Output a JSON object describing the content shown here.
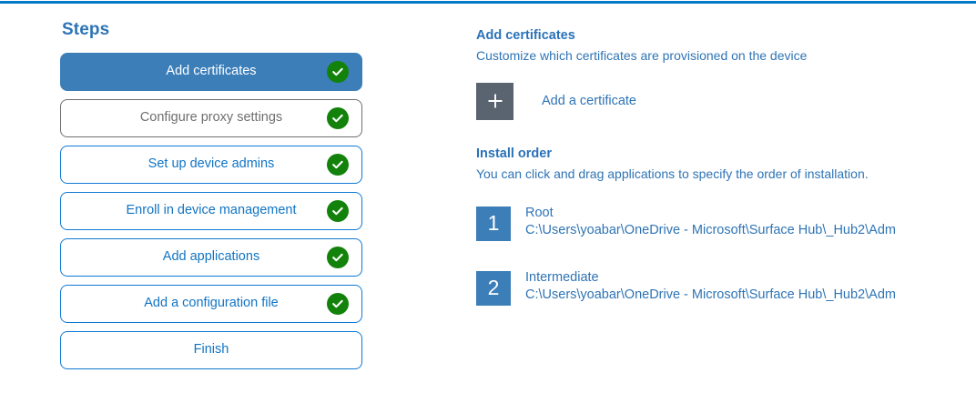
{
  "theme": {
    "accent_bar": "#0078c8",
    "link_blue": "#1074c4",
    "heading_blue": "#2e74b5",
    "selected_step_bg": "#3b7eb8",
    "check_green": "#12820b",
    "plus_tile_gray": "#5a6370",
    "order_tile_blue": "#3b7eb8",
    "muted_gray": "#6f6f6f"
  },
  "steps_panel": {
    "title": "Steps",
    "items": [
      {
        "label": "Add certificates",
        "state": "selected",
        "completed": true
      },
      {
        "label": "Configure proxy settings",
        "state": "muted",
        "completed": true
      },
      {
        "label": "Set up device admins",
        "state": "default",
        "completed": true
      },
      {
        "label": "Enroll in device management",
        "state": "default",
        "completed": true
      },
      {
        "label": "Add applications",
        "state": "default",
        "completed": true
      },
      {
        "label": "Add a configuration file",
        "state": "default",
        "completed": true
      },
      {
        "label": "Finish",
        "state": "default",
        "completed": false
      }
    ],
    "check_icon": "check-circle-icon"
  },
  "detail": {
    "heading": "Add certificates",
    "subtitle": "Customize which certificates are provisioned on the device",
    "add_certificate": {
      "icon": "plus-icon",
      "label": "Add a certificate"
    },
    "install_order": {
      "heading": "Install order",
      "subtitle": "You can click and drag applications to specify the order of installation.",
      "items": [
        {
          "number": "1",
          "name": "Root",
          "path": "C:\\Users\\yoabar\\OneDrive - Microsoft\\Surface Hub\\_Hub2\\Adm"
        },
        {
          "number": "2",
          "name": "Intermediate",
          "path": "C:\\Users\\yoabar\\OneDrive - Microsoft\\Surface Hub\\_Hub2\\Adm"
        }
      ]
    }
  }
}
